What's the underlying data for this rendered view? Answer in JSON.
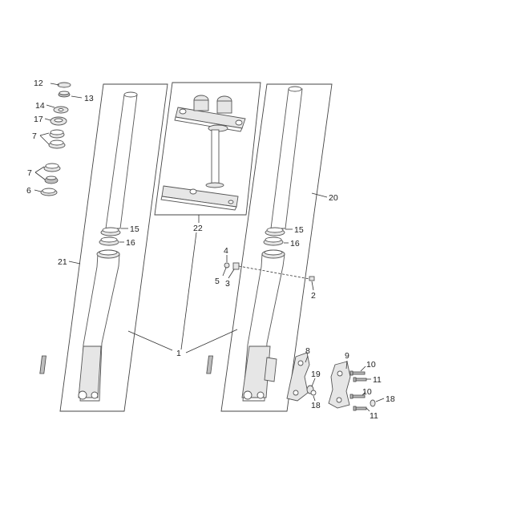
{
  "callouts": {
    "c1": "1",
    "c2": "2",
    "c3": "3",
    "c4": "4",
    "c5": "5",
    "c6": "6",
    "c7a": "7",
    "c7b": "7",
    "c8": "8",
    "c9": "9",
    "c10a": "10",
    "c10b": "10",
    "c11a": "11",
    "c11b": "11",
    "c12": "12",
    "c13": "13",
    "c14": "14",
    "c15a": "15",
    "c15b": "15",
    "c16a": "16",
    "c16b": "16",
    "c17": "17",
    "c18a": "18",
    "c18b": "18",
    "c19": "19",
    "c20": "20",
    "c21": "21",
    "c22": "22"
  }
}
